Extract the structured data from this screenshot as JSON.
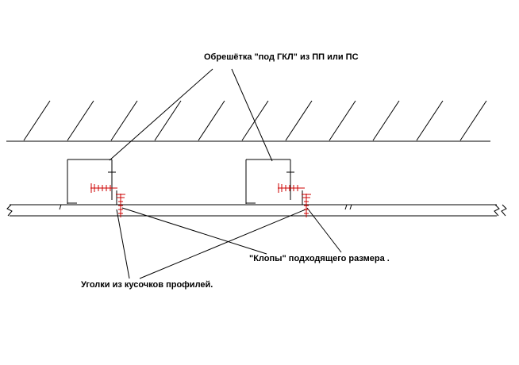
{
  "page": {
    "background": "#ffffff"
  },
  "diagram": {
    "labels": {
      "battens": "Обрешётка \"под ГКЛ\" из ПП или ПС",
      "screws": "\"Клопы\" подходящего размера .",
      "angles": "Уголки из кусочков профилей."
    },
    "colors": {
      "line": "#000000",
      "fastener": "#cc0000"
    }
  }
}
